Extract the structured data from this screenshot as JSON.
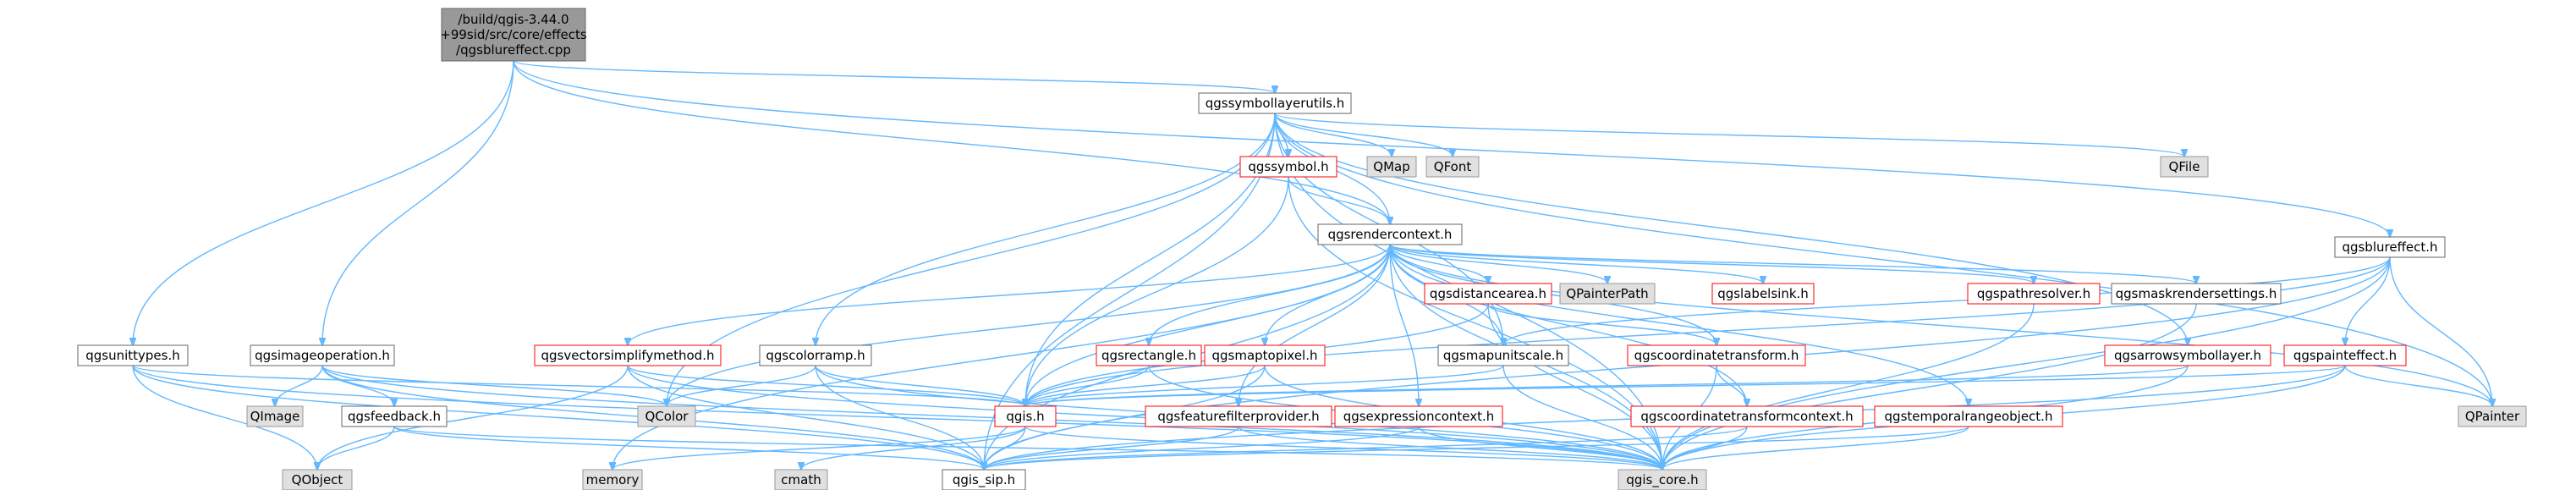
{
  "colors": {
    "edge": "#63b8ff",
    "root_fill": "#999999",
    "root_stroke": "#666666",
    "normal_fill": "#ffffff",
    "normal_stroke": "#666666",
    "external_fill": "#e0e0e0",
    "external_stroke": "#999999",
    "truncated_fill": "#ffffff",
    "truncated_stroke": "#ff0000"
  },
  "nodes": [
    {
      "id": "root",
      "label": "/build/qgis-3.44.0\n+99sid/src/core/effects\n/qgsblureffect.cpp",
      "kind": "root"
    },
    {
      "id": "qgssymbollayerutils",
      "label": "qgssymbollayerutils.h",
      "kind": "normal"
    },
    {
      "id": "qgssymbol",
      "label": "qgssymbol.h",
      "kind": "truncated"
    },
    {
      "id": "qmap",
      "label": "QMap",
      "kind": "external"
    },
    {
      "id": "qfont",
      "label": "QFont",
      "kind": "external"
    },
    {
      "id": "qfile",
      "label": "QFile",
      "kind": "external"
    },
    {
      "id": "qgsrendercontext",
      "label": "qgsrendercontext.h",
      "kind": "normal"
    },
    {
      "id": "qgsblureffect",
      "label": "qgsblureffect.h",
      "kind": "normal"
    },
    {
      "id": "qgsunittypes",
      "label": "qgsunittypes.h",
      "kind": "normal"
    },
    {
      "id": "qgsimageoperation",
      "label": "qgsimageoperation.h",
      "kind": "normal"
    },
    {
      "id": "qgsvectorsimplifymethod",
      "label": "qgsvectorsimplifymethod.h",
      "kind": "truncated"
    },
    {
      "id": "qgscolorramp",
      "label": "qgscolorramp.h",
      "kind": "normal"
    },
    {
      "id": "qgsdistancearea",
      "label": "qgsdistancearea.h",
      "kind": "truncated"
    },
    {
      "id": "qpainterpath",
      "label": "QPainterPath",
      "kind": "external"
    },
    {
      "id": "qgslabelsink",
      "label": "qgslabelsink.h",
      "kind": "truncated"
    },
    {
      "id": "qgspathresolver",
      "label": "qgspathresolver.h",
      "kind": "truncated"
    },
    {
      "id": "qgsmaskrendersettings",
      "label": "qgsmaskrendersettings.h",
      "kind": "normal"
    },
    {
      "id": "qgsrectangle",
      "label": "qgsrectangle.h",
      "kind": "truncated"
    },
    {
      "id": "qgsmaptopixel",
      "label": "qgsmaptopixel.h",
      "kind": "truncated"
    },
    {
      "id": "qgsmapunitscale",
      "label": "qgsmapunitscale.h",
      "kind": "normal"
    },
    {
      "id": "qgscoordinatetransform",
      "label": "qgscoordinatetransform.h",
      "kind": "truncated"
    },
    {
      "id": "qgsarrowsymbollayer",
      "label": "qgsarrowsymbollayer.h",
      "kind": "truncated"
    },
    {
      "id": "qgspainteffect",
      "label": "qgspainteffect.h",
      "kind": "truncated"
    },
    {
      "id": "qimage",
      "label": "QImage",
      "kind": "external"
    },
    {
      "id": "qgsfeedback",
      "label": "qgsfeedback.h",
      "kind": "normal"
    },
    {
      "id": "qcolor",
      "label": "QColor",
      "kind": "external"
    },
    {
      "id": "qgis",
      "label": "qgis.h",
      "kind": "truncated"
    },
    {
      "id": "qgsfeaturefilterprovider",
      "label": "qgsfeaturefilterprovider.h",
      "kind": "truncated"
    },
    {
      "id": "qgsexpressioncontext",
      "label": "qgsexpressioncontext.h",
      "kind": "truncated"
    },
    {
      "id": "qgscoordinatetransformcontext",
      "label": "qgscoordinatetransformcontext.h",
      "kind": "truncated"
    },
    {
      "id": "qgstemporalrangeobject",
      "label": "qgstemporalrangeobject.h",
      "kind": "truncated"
    },
    {
      "id": "qpainter",
      "label": "QPainter",
      "kind": "external"
    },
    {
      "id": "qobject",
      "label": "QObject",
      "kind": "external"
    },
    {
      "id": "memory",
      "label": "memory",
      "kind": "external"
    },
    {
      "id": "cmath",
      "label": "cmath",
      "kind": "external"
    },
    {
      "id": "qgis_sip",
      "label": "qgis_sip.h",
      "kind": "normal"
    },
    {
      "id": "qgis_core",
      "label": "qgis_core.h",
      "kind": "external"
    }
  ],
  "edges": [
    [
      "root",
      "qgssymbollayerutils"
    ],
    [
      "root",
      "qgsrendercontext"
    ],
    [
      "root",
      "qgsblureffect"
    ],
    [
      "root",
      "qgsunittypes"
    ],
    [
      "root",
      "qgsimageoperation"
    ],
    [
      "qgssymbollayerutils",
      "qgssymbol"
    ],
    [
      "qgssymbollayerutils",
      "qmap"
    ],
    [
      "qgssymbollayerutils",
      "qfont"
    ],
    [
      "qgssymbollayerutils",
      "qfile"
    ],
    [
      "qgssymbollayerutils",
      "qgsrendercontext"
    ],
    [
      "qgssymbollayerutils",
      "qgscolorramp"
    ],
    [
      "qgssymbollayerutils",
      "qgsarrowsymbollayer"
    ],
    [
      "qgssymbollayerutils",
      "qgsmapunitscale"
    ],
    [
      "qgssymbollayerutils",
      "qcolor"
    ],
    [
      "qgssymbollayerutils",
      "qgis"
    ],
    [
      "qgssymbollayerutils",
      "qgis_sip"
    ],
    [
      "qgssymbollayerutils",
      "qgis_core"
    ],
    [
      "qgssymbollayerutils",
      "qpainter"
    ],
    [
      "qgssymbol",
      "qgsrendercontext"
    ],
    [
      "qgssymbol",
      "qgis"
    ],
    [
      "qgssymbol",
      "qgis_core"
    ],
    [
      "qgsrendercontext",
      "qgsvectorsimplifymethod"
    ],
    [
      "qgsrendercontext",
      "qgsdistancearea"
    ],
    [
      "qgsrendercontext",
      "qpainterpath"
    ],
    [
      "qgsrendercontext",
      "qgslabelsink"
    ],
    [
      "qgsrendercontext",
      "qgspathresolver"
    ],
    [
      "qgsrendercontext",
      "qgsmaskrendersettings"
    ],
    [
      "qgsrendercontext",
      "qgsrectangle"
    ],
    [
      "qgsrendercontext",
      "qgsmaptopixel"
    ],
    [
      "qgsrendercontext",
      "qgsmapunitscale"
    ],
    [
      "qgsrendercontext",
      "qgscoordinatetransform"
    ],
    [
      "qgsrendercontext",
      "qgsfeaturefilterprovider"
    ],
    [
      "qgsrendercontext",
      "qgsexpressioncontext"
    ],
    [
      "qgsrendercontext",
      "qgscoordinatetransformcontext"
    ],
    [
      "qgsrendercontext",
      "qgstemporalrangeobject"
    ],
    [
      "qgsrendercontext",
      "qcolor"
    ],
    [
      "qgsrendercontext",
      "qgis"
    ],
    [
      "qgsrendercontext",
      "qgis_sip"
    ],
    [
      "qgsrendercontext",
      "qgis_core"
    ],
    [
      "qgsrendercontext",
      "qpainter"
    ],
    [
      "qgsrendercontext",
      "memory"
    ],
    [
      "qgsblureffect",
      "qgspainteffect"
    ],
    [
      "qgsblureffect",
      "qgsmapunitscale"
    ],
    [
      "qgsblureffect",
      "qpainter"
    ],
    [
      "qgsblureffect",
      "qgis"
    ],
    [
      "qgsblureffect",
      "qgis_sip"
    ],
    [
      "qgsblureffect",
      "qgis_core"
    ],
    [
      "qgsunittypes",
      "qobject"
    ],
    [
      "qgsunittypes",
      "qgis"
    ],
    [
      "qgsunittypes",
      "qgis_sip"
    ],
    [
      "qgsunittypes",
      "qgis_core"
    ],
    [
      "qgsimageoperation",
      "qimage"
    ],
    [
      "qgsimageoperation",
      "qcolor"
    ],
    [
      "qgsimageoperation",
      "qgsfeedback"
    ],
    [
      "qgsimageoperation",
      "qgis_sip"
    ],
    [
      "qgsimageoperation",
      "qgis_core"
    ],
    [
      "qgsfeedback",
      "qobject"
    ],
    [
      "qgsfeedback",
      "qgis_sip"
    ],
    [
      "qgsfeedback",
      "qgis_core"
    ],
    [
      "qgsvectorsimplifymethod",
      "qgis"
    ],
    [
      "qgsvectorsimplifymethod",
      "qobject"
    ],
    [
      "qgsvectorsimplifymethod",
      "qgis_sip"
    ],
    [
      "qgsvectorsimplifymethod",
      "qgis_core"
    ],
    [
      "qgscolorramp",
      "qcolor"
    ],
    [
      "qgscolorramp",
      "qgis"
    ],
    [
      "qgscolorramp",
      "qgis_sip"
    ],
    [
      "qgscolorramp",
      "qgis_core"
    ],
    [
      "qgsdistancearea",
      "qgscoordinatetransform"
    ],
    [
      "qgsdistancearea",
      "qgis"
    ],
    [
      "qgsdistancearea",
      "qgis_core"
    ],
    [
      "qgspathresolver",
      "qgis_core"
    ],
    [
      "qgsmaskrendersettings",
      "qgis_core"
    ],
    [
      "qgsrectangle",
      "qgis"
    ],
    [
      "qgsrectangle",
      "qgis_core"
    ],
    [
      "qgsmaptopixel",
      "qgis"
    ],
    [
      "qgsmaptopixel",
      "qgis_sip"
    ],
    [
      "qgsmaptopixel",
      "qgis_core"
    ],
    [
      "qgsmapunitscale",
      "qgis"
    ],
    [
      "qgsmapunitscale",
      "qgis_core"
    ],
    [
      "qgscoordinatetransform",
      "qgscoordinatetransformcontext"
    ],
    [
      "qgscoordinatetransform",
      "qgis_core"
    ],
    [
      "qgsarrowsymbollayer",
      "qgis"
    ],
    [
      "qgsarrowsymbollayer",
      "qgis_core"
    ],
    [
      "qgspainteffect",
      "qpainter"
    ],
    [
      "qgspainteffect",
      "qgis"
    ],
    [
      "qgspainteffect",
      "qgis_sip"
    ],
    [
      "qgspainteffect",
      "qgis_core"
    ],
    [
      "qgis",
      "qgis_sip"
    ],
    [
      "qgis",
      "memory"
    ],
    [
      "qgis",
      "cmath"
    ],
    [
      "qgis",
      "qgis_core"
    ],
    [
      "qgsfeaturefilterprovider",
      "qgis_sip"
    ],
    [
      "qgsfeaturefilterprovider",
      "qgis_core"
    ],
    [
      "qgsexpressioncontext",
      "qgis_sip"
    ],
    [
      "qgsexpressioncontext",
      "qgis_core"
    ],
    [
      "qgscoordinatetransformcontext",
      "qgis_sip"
    ],
    [
      "qgscoordinatetransformcontext",
      "qgis_core"
    ],
    [
      "qgstemporalrangeobject",
      "qgis_sip"
    ],
    [
      "qgstemporalrangeobject",
      "qgis_core"
    ]
  ]
}
